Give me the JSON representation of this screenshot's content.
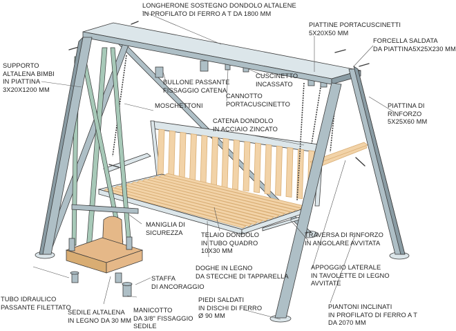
{
  "colors": {
    "steel": "#aebfc6",
    "steel_dark": "#8a9ca4",
    "steel_light": "#dce6ea",
    "outline": "#3a3a3a",
    "wood": "#f2d3a8",
    "wood_dark": "#d9ad73",
    "seat_wood": "#e5b888",
    "support_green": "#a7c9b8",
    "leader": "#555555"
  },
  "labels": [
    {
      "id": "longherone",
      "lines": [
        "LONGHERONE SOSTEGNO DONDOLO ALTALENE",
        "IN PROFILATO DI FERRO A T DA 1800 mm"
      ]
    },
    {
      "id": "piattine-portacuscinetti",
      "lines": [
        "PIATTINE PORTACUSCINETTI",
        "5X20X50 mm"
      ]
    },
    {
      "id": "forcella-saldata",
      "lines": [
        "FORCELLA SALDATA",
        "DA PIATTINA5X25X230 mm"
      ]
    },
    {
      "id": "supporto-altalena",
      "lines": [
        "SUPPORTO",
        "ALTALENA BIMBI",
        "IN PIATTINA",
        "3X20X1200 mm"
      ]
    },
    {
      "id": "bullone-passante",
      "lines": [
        "BULLONE PASSANTE",
        "FISSAGGIO CATENA"
      ]
    },
    {
      "id": "cuscinetto-incassato",
      "lines": [
        "CUSCINETTO",
        "INCASSATO"
      ]
    },
    {
      "id": "cannotto-portacuscinetto",
      "lines": [
        "CANNOTTO",
        "PORTACUSCINETTO"
      ]
    },
    {
      "id": "moschettoni",
      "lines": [
        "MOSCHETTONI"
      ]
    },
    {
      "id": "piattina-rinforzo",
      "lines": [
        "PIATTINA DI",
        "RINFORZO",
        "5X25X60 mm"
      ]
    },
    {
      "id": "catena-dondolo",
      "lines": [
        "CATENA DONDOLO",
        "IN ACCIAIO ZINCATO"
      ]
    },
    {
      "id": "maniglia-sicurezza",
      "lines": [
        "MANIGLIA DI",
        "SICUREZZA"
      ]
    },
    {
      "id": "telaio-dondolo",
      "lines": [
        "TELAIO DONDOLO",
        "IN TUBO QUADRO",
        "10X30 mm"
      ]
    },
    {
      "id": "traversa-rinforzo",
      "lines": [
        "TRAVERSA DI RINFORZO",
        "IN ANGOLARE AVVITATA"
      ]
    },
    {
      "id": "doghe-legno",
      "lines": [
        "DOGHE IN LEGNO",
        "DA STECCHE DI TAPPARELLA"
      ]
    },
    {
      "id": "appoggio-laterale",
      "lines": [
        "APPOGGIO LATERALE",
        "IN TAVOLETTE DI LEGNO",
        "AVVITATE"
      ]
    },
    {
      "id": "staffa-ancoraggio",
      "lines": [
        "STAFFA",
        "DI ANCORAGGIO"
      ]
    },
    {
      "id": "tubo-idraulico",
      "lines": [
        "TUBO IDRAULICO",
        "PASSANTE FILETTATO"
      ]
    },
    {
      "id": "piedi-saldati",
      "lines": [
        "PIEDI SALDATI",
        "IN DISCHI DI FERRO",
        "Ø 90 mm"
      ]
    },
    {
      "id": "piantoni-inclinati",
      "lines": [
        "PIANTONI INCLINATI",
        "IN PROFILATO DI FERRO A T",
        "DA 2070 mm"
      ]
    },
    {
      "id": "sedile-altalena",
      "lines": [
        "SEDILE ALTALENA",
        "IN LEGNO DA 30 mm"
      ]
    },
    {
      "id": "manicotto",
      "lines": [
        "MANICOTTO",
        "DA 3/8\" FISSAGGIO",
        "SEDILE"
      ]
    }
  ]
}
